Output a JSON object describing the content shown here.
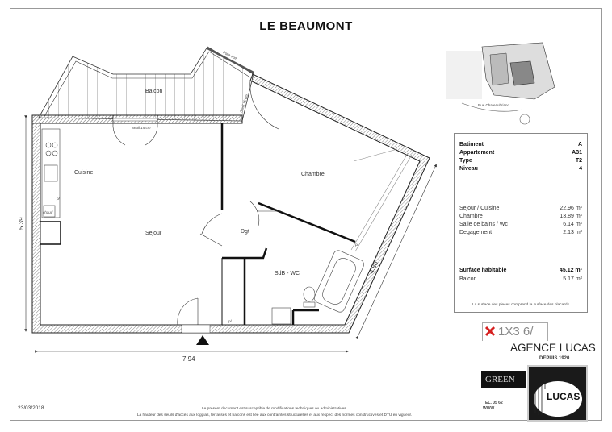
{
  "document": {
    "title": "LE BEAUMONT",
    "date": "23/03/2018",
    "footer_line1": "Le present document est susceptible de modifications techniques ou administratives.",
    "footer_line2": "La hauteur des seuils d'accès aux loggias, terrasses et balcons est liée aux contraintes structurelles et aux respect des normes constructives et DTU en vigueur."
  },
  "plan": {
    "rooms": {
      "balcon": "Balcon",
      "cuisine": "Cuisine",
      "sejour": "Sejour",
      "chambre": "Chambre",
      "dgt": "Dgt",
      "sdb": "SdB - WC"
    },
    "annotations": {
      "seuil_1": "Seuil 15 cm",
      "seuil_2": "Seuil 15 cm",
      "pare_vue": "Pare-vue",
      "chaud": "chaud",
      "pl": "pl"
    },
    "dimensions": {
      "height": "5.39",
      "width": "7.94",
      "diagonal": "4.86"
    }
  },
  "sitemap": {
    "street": "Rue Chateaubriand"
  },
  "info": {
    "batiment": {
      "label": "Batiment",
      "value": "A"
    },
    "appartement": {
      "label": "Appartement",
      "value": "A31"
    },
    "type": {
      "label": "Type",
      "value": "T2"
    },
    "niveau": {
      "label": "Niveau",
      "value": "4"
    },
    "surfaces": [
      {
        "label": "Sejour / Cuisine",
        "value": "22.96 m²"
      },
      {
        "label": "Chambre",
        "value": "13.89 m²"
      },
      {
        "label": "Salle de bains / Wc",
        "value": "6.14 m²"
      },
      {
        "label": "Degagement",
        "value": "2.13 m²"
      }
    ],
    "surface_habitable": {
      "label": "Surface habitable",
      "value": "45.12 m²"
    },
    "balcon": {
      "label": "Balcon",
      "value": "5.17 m²"
    },
    "note": "La surface des pieces comprend la surface des placards"
  },
  "branding": {
    "agence": "AGENCE LUCAS",
    "depuis": "DEPUIS 1920",
    "partner_logo_text": "GREEN",
    "badge_number": "1X3 6/",
    "lucas_logo": "LUCAS",
    "tel": "TEL. 05 62",
    "www": "WWW"
  },
  "colors": {
    "accent_red": "#d62020",
    "wall": "#111111",
    "hatch": "#777777"
  }
}
